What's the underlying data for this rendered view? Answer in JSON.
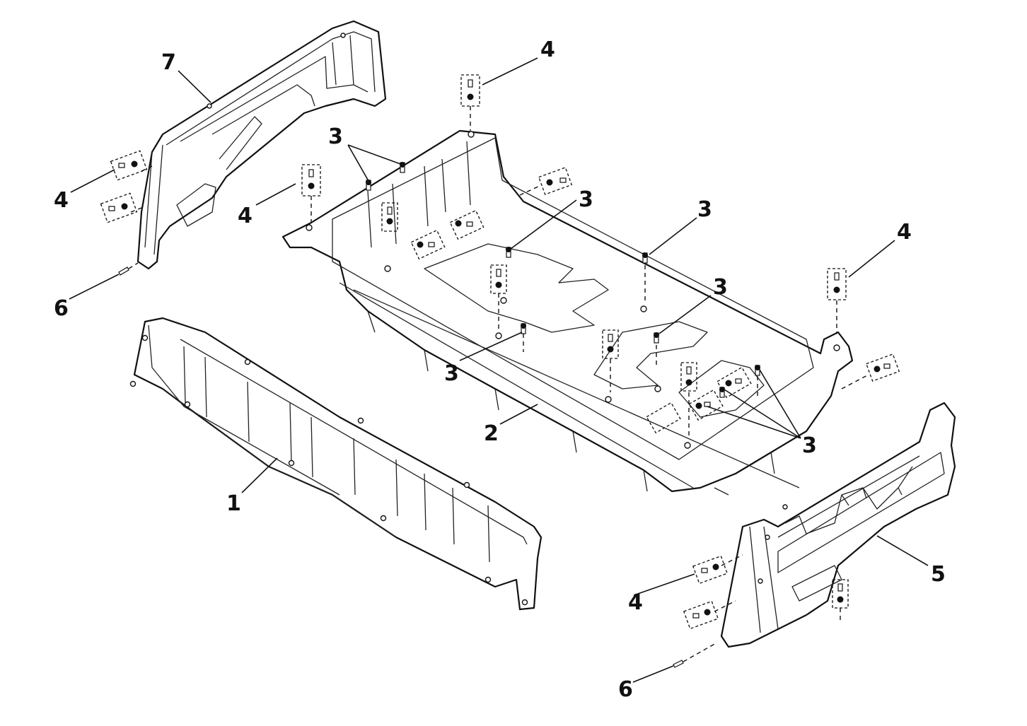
{
  "diagram": {
    "type": "exploded-parts-view",
    "callouts": [
      {
        "id": "c7",
        "text": "7"
      },
      {
        "id": "c4a",
        "text": "4"
      },
      {
        "id": "c4b",
        "text": "4"
      },
      {
        "id": "c4c",
        "text": "4"
      },
      {
        "id": "c4d",
        "text": "4"
      },
      {
        "id": "c4e",
        "text": "4"
      },
      {
        "id": "c6a",
        "text": "6"
      },
      {
        "id": "c6b",
        "text": "6"
      },
      {
        "id": "c3a",
        "text": "3"
      },
      {
        "id": "c3b",
        "text": "3"
      },
      {
        "id": "c3c",
        "text": "3"
      },
      {
        "id": "c3d",
        "text": "3"
      },
      {
        "id": "c3e",
        "text": "3"
      },
      {
        "id": "c3f",
        "text": "3"
      },
      {
        "id": "c2",
        "text": "2"
      },
      {
        "id": "c1",
        "text": "1"
      },
      {
        "id": "c5",
        "text": "5"
      }
    ]
  }
}
